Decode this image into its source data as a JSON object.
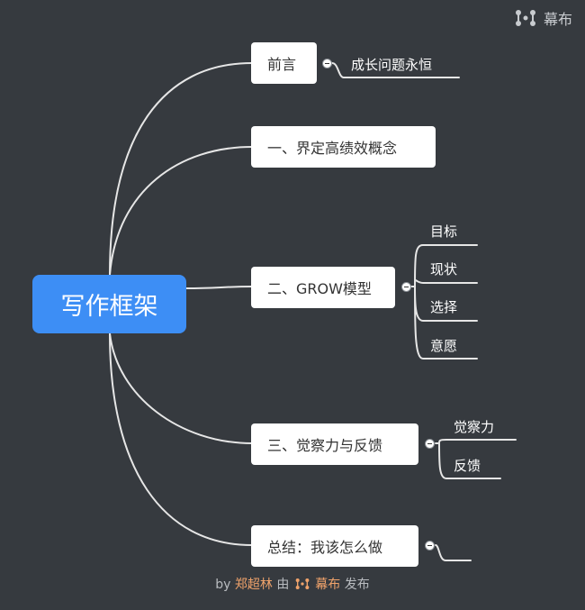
{
  "brand": {
    "name": "幕布",
    "icon": "mubu-logo-icon"
  },
  "mindmap": {
    "root": "写作框架",
    "branches": [
      {
        "label": "前言",
        "children": [
          "成长问题永恒"
        ]
      },
      {
        "label": "一、界定高绩效概念",
        "children": []
      },
      {
        "label": "二、GROW模型",
        "children": [
          "目标",
          "现状",
          "选择",
          "意愿"
        ]
      },
      {
        "label": "三、觉察力与反馈",
        "children": [
          "觉察力",
          "反馈"
        ]
      },
      {
        "label": "总结：我该怎么做",
        "children": [
          ""
        ]
      }
    ]
  },
  "footer": {
    "by": "by",
    "author": "郑超林",
    "via": "由",
    "platform": "幕布",
    "published": "发布"
  },
  "colors": {
    "background": "#363a3f",
    "root": "#3d8ef5",
    "line": "#e6e6e6",
    "author": "#f0a36b"
  }
}
